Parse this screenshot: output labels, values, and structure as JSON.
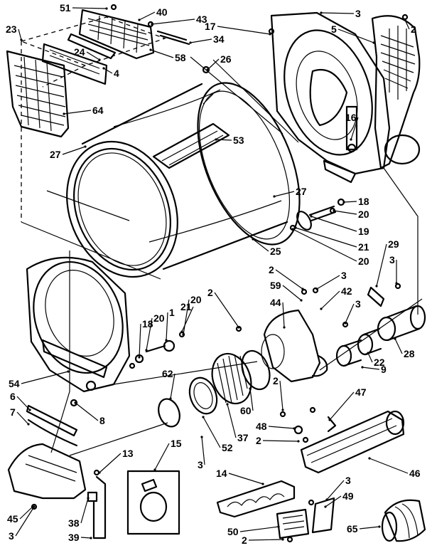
{
  "callouts": [
    {
      "text": "51"
    },
    {
      "text": "40"
    },
    {
      "text": "43"
    },
    {
      "text": "17"
    },
    {
      "text": "34"
    },
    {
      "text": "3"
    },
    {
      "text": "2"
    },
    {
      "text": "5"
    },
    {
      "text": "23"
    },
    {
      "text": "24"
    },
    {
      "text": "58"
    },
    {
      "text": "4"
    },
    {
      "text": "26"
    },
    {
      "text": "64"
    },
    {
      "text": "16"
    },
    {
      "text": "53"
    },
    {
      "text": "27"
    },
    {
      "text": "27"
    },
    {
      "text": "18"
    },
    {
      "text": "20"
    },
    {
      "text": "19"
    },
    {
      "text": "21"
    },
    {
      "text": "20"
    },
    {
      "text": "25"
    },
    {
      "text": "29"
    },
    {
      "text": "3"
    },
    {
      "text": "2"
    },
    {
      "text": "3"
    },
    {
      "text": "59"
    },
    {
      "text": "42"
    },
    {
      "text": "3"
    },
    {
      "text": "2"
    },
    {
      "text": "44"
    },
    {
      "text": "1"
    },
    {
      "text": "21"
    },
    {
      "text": "20"
    },
    {
      "text": "18"
    },
    {
      "text": "20"
    },
    {
      "text": "28"
    },
    {
      "text": "22"
    },
    {
      "text": "9"
    },
    {
      "text": "54"
    },
    {
      "text": "62"
    },
    {
      "text": "6"
    },
    {
      "text": "8"
    },
    {
      "text": "7"
    },
    {
      "text": "2"
    },
    {
      "text": "47"
    },
    {
      "text": "60"
    },
    {
      "text": "48"
    },
    {
      "text": "2"
    },
    {
      "text": "37"
    },
    {
      "text": "52"
    },
    {
      "text": "13"
    },
    {
      "text": "15"
    },
    {
      "text": "3"
    },
    {
      "text": "46"
    },
    {
      "text": "14"
    },
    {
      "text": "3"
    },
    {
      "text": "49"
    },
    {
      "text": "45"
    },
    {
      "text": "38"
    },
    {
      "text": "39"
    },
    {
      "text": "3"
    },
    {
      "text": "50"
    },
    {
      "text": "65"
    },
    {
      "text": "2"
    }
  ]
}
